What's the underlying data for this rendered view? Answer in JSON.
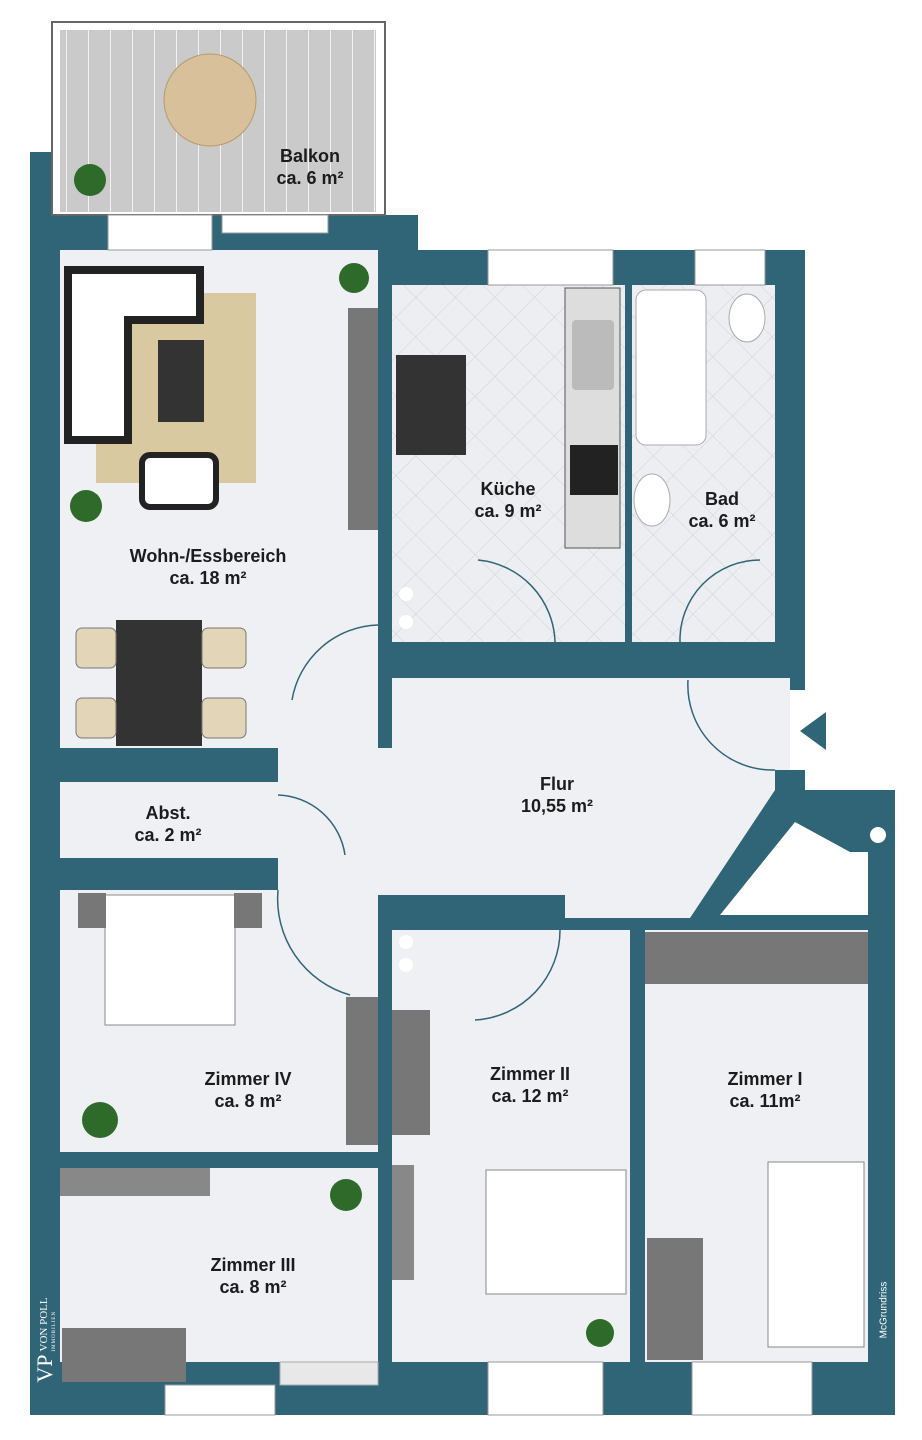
{
  "colors": {
    "wall": "#2f6576",
    "floor": "#eef0f4",
    "tile": "#e4e6ea",
    "deck": "#c9c9c9",
    "rug": "#d8c9a0"
  },
  "rooms": {
    "balkon": {
      "name": "Balkon",
      "area": "ca. 6 m²"
    },
    "wohn": {
      "name": "Wohn-/Essbereich",
      "area": "ca. 18 m²"
    },
    "kueche": {
      "name": "Küche",
      "area": "ca. 9 m²"
    },
    "bad": {
      "name": "Bad",
      "area": "ca. 6 m²"
    },
    "flur": {
      "name": "Flur",
      "area": "10,55 m²"
    },
    "abst": {
      "name": "Abst.",
      "area": "ca. 2 m²"
    },
    "z4": {
      "name": "Zimmer IV",
      "area": "ca. 8 m²"
    },
    "z3": {
      "name": "Zimmer III",
      "area": "ca. 8 m²"
    },
    "z2": {
      "name": "Zimmer II",
      "area": "ca. 12 m²"
    },
    "z1": {
      "name": "Zimmer I",
      "area": "ca. 11m²"
    }
  },
  "logo": {
    "mark": "VP",
    "name": "VON POLL",
    "sub": "IMMOBILIEN"
  },
  "credit": "McGrundriss"
}
